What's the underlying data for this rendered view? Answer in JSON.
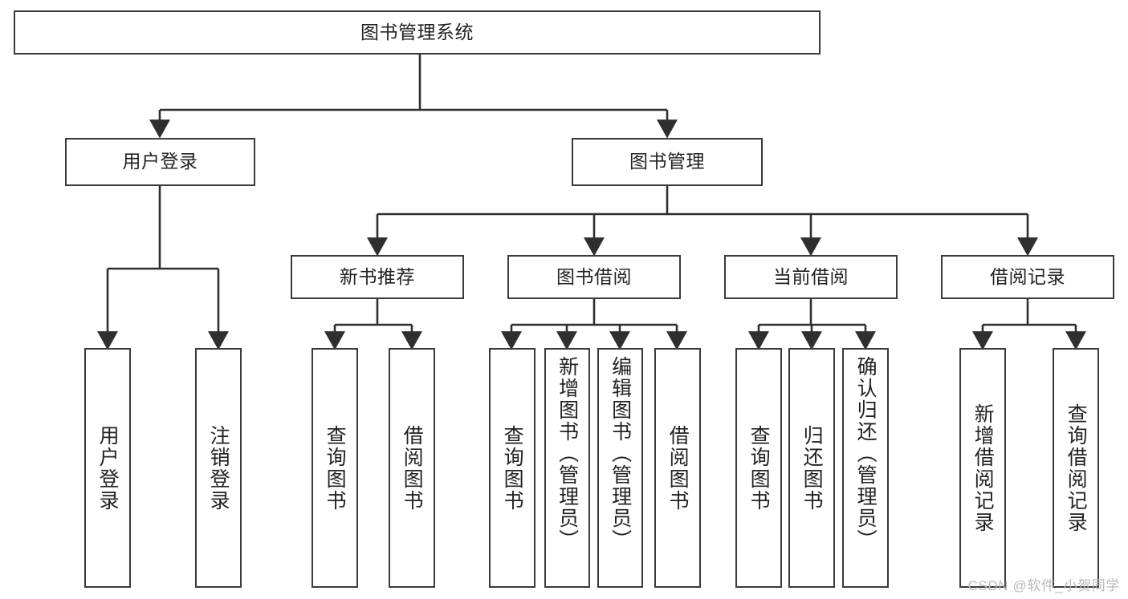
{
  "diagram": {
    "title": "图书管理系统",
    "type": "functional-structure-tree",
    "watermark": "CSDN @软件_小贺同学",
    "colors": {
      "box_border": "#3a3a3a",
      "box_fill": "#ffffff",
      "connector": "#2f2f2f",
      "text": "#222222",
      "watermark": "#b9b9b9"
    },
    "levels": {
      "root": {
        "label": "图书管理系统"
      },
      "level2": [
        {
          "label": "用户登录"
        },
        {
          "label": "图书管理"
        }
      ],
      "level3": [
        {
          "label": "新书推荐"
        },
        {
          "label": "图书借阅"
        },
        {
          "label": "当前借阅"
        },
        {
          "label": "借阅记录"
        }
      ]
    },
    "leaves": {
      "user_login": [
        {
          "label": "用户登录"
        },
        {
          "label": "注销登录"
        }
      ],
      "new_book_recommend": [
        {
          "label": "查询图书"
        },
        {
          "label": "借阅图书"
        }
      ],
      "book_borrow": [
        {
          "label": "查询图书"
        },
        {
          "label": "新增图书（管理员）"
        },
        {
          "label": "编辑图书（管理员）"
        },
        {
          "label": "借阅图书"
        }
      ],
      "current_borrow": [
        {
          "label": "查询图书"
        },
        {
          "label": "归还图书"
        },
        {
          "label": "确认归还（管理员）"
        }
      ],
      "borrow_record": [
        {
          "label": "新增借阅记录"
        },
        {
          "label": "查询借阅记录"
        }
      ]
    }
  }
}
